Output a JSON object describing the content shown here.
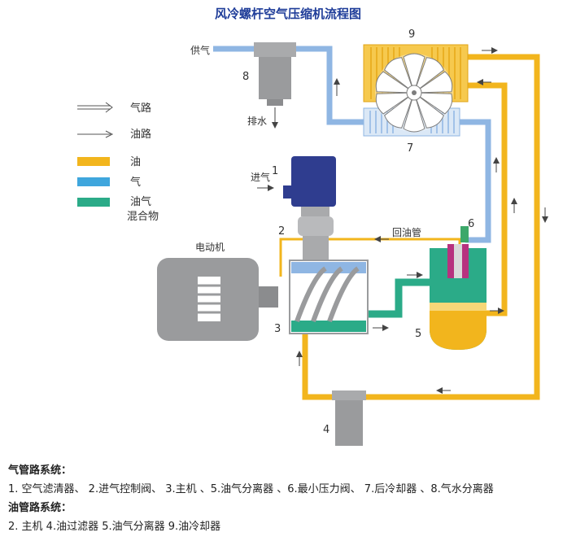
{
  "title": "风冷螺杆空气压缩机流程图",
  "legend": {
    "air_path": "气路",
    "oil_path": "油路",
    "oil": "油",
    "air": "气",
    "mixture_line1": "油气",
    "mixture_line2": "混合物"
  },
  "labels": {
    "supply_air": "供气",
    "drain": "排水",
    "intake_air": "进气",
    "motor": "电动机",
    "oil_return_pipe": "回油管",
    "n1": "1",
    "n2": "2",
    "n3": "3",
    "n4": "4",
    "n5": "5",
    "n6": "6",
    "n7": "7",
    "n8": "8",
    "n9": "9"
  },
  "captions": {
    "air_system_heading": "气管路系统：",
    "air_system_items": "1.   空气滤清器、 2.进气控制阀、 3.主机 、5.油气分离器 、6.最小压力阀、 7.后冷却器 、8.气水分离器",
    "oil_system_heading": "油管路系统：",
    "oil_system_items": "2.   主机 4.油过滤器 5.油气分离器 9.油冷却器"
  },
  "colors": {
    "oil": "#f2b51d",
    "air": "#8fb6e3",
    "mixture": "#2bab88",
    "gray": "#9a9b9d",
    "title": "#1f3d99",
    "filter_head": "#2f3d8f"
  }
}
